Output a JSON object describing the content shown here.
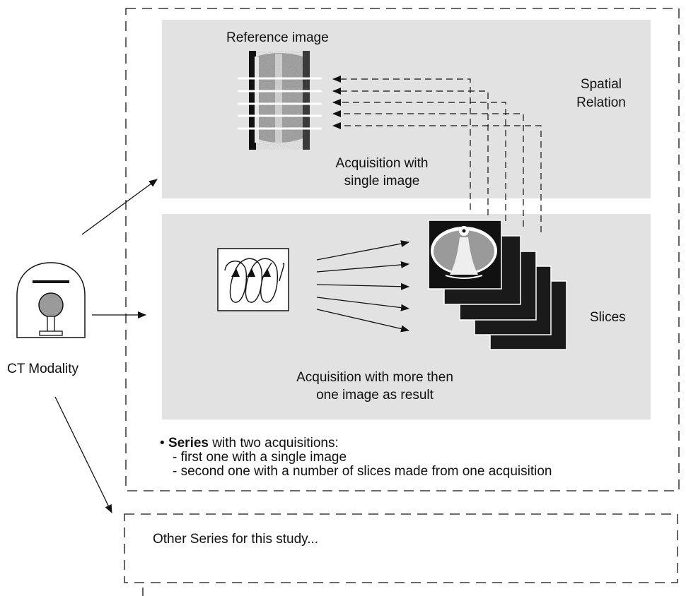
{
  "reference_panel": {
    "title": "Reference image",
    "caption_line1": "Acquisition with",
    "caption_line2": "single image"
  },
  "spatial_relation": {
    "line1": "Spatial",
    "line2": "Relation"
  },
  "slices_panel": {
    "label": "Slices",
    "caption_line1": "Acquisition with more then",
    "caption_line2": "one image as result"
  },
  "modality": {
    "label": "CT Modality"
  },
  "series_description": {
    "bullet": "•",
    "bold_word": "Series",
    "rest": " with two acquisitions:",
    "item1": "- first one with a single image",
    "item2": "- second one with a number of slices made from one acquisition"
  },
  "other_series": {
    "label": "Other Series for this study..."
  },
  "colors": {
    "panel": "#e2e2e2",
    "slice": "#1a1a1a",
    "line": "#111111"
  }
}
